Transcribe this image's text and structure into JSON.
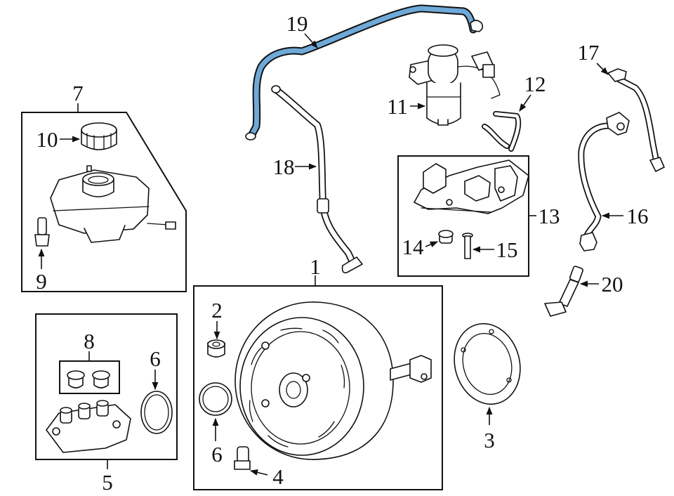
{
  "colors": {
    "line": "#111111",
    "highlight": "#6fa9d8",
    "background": "#ffffff"
  },
  "callouts": {
    "c1": "1",
    "c2": "2",
    "c3": "3",
    "c4": "4",
    "c5": "5",
    "c6a": "6",
    "c6b": "6",
    "c7": "7",
    "c8": "8",
    "c9": "9",
    "c10": "10",
    "c11": "11",
    "c12": "12",
    "c13": "13",
    "c14": "14",
    "c15": "15",
    "c16": "16",
    "c17": "17",
    "c18": "18",
    "c19": "19",
    "c20": "20"
  },
  "highlighted_part": "19"
}
